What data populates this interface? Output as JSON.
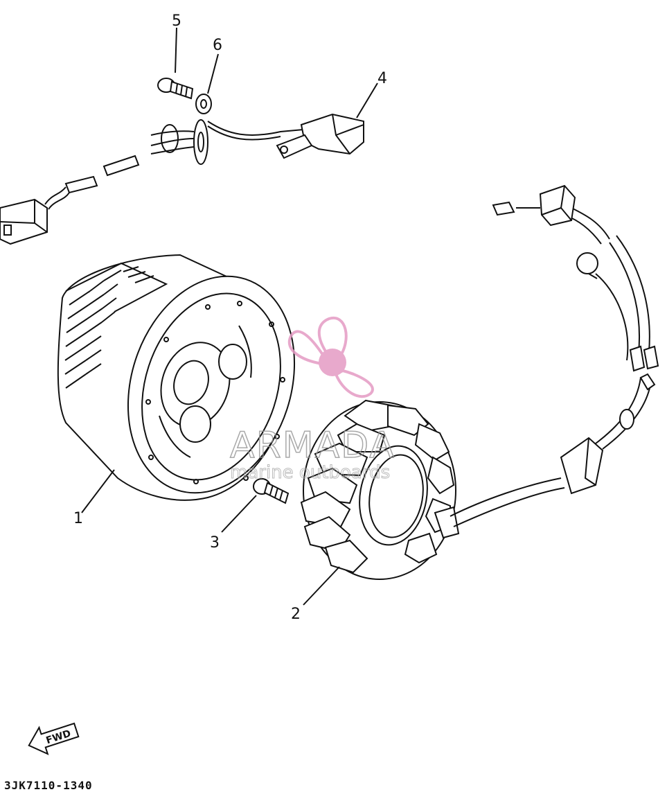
{
  "diagram": {
    "part_number": "3JK7110-1340",
    "direction_label": "FWD",
    "callouts": {
      "flywheel": "1",
      "stator": "2",
      "stator_bolt": "3",
      "pulser_coil": "4",
      "pulser_bolt": "5",
      "pulser_washer": "6"
    }
  },
  "watermark": {
    "brand": "ARMADA",
    "tagline": "marine outboards",
    "color": "#e59bc4"
  },
  "colors": {
    "line": "#111111",
    "background": "#ffffff"
  }
}
